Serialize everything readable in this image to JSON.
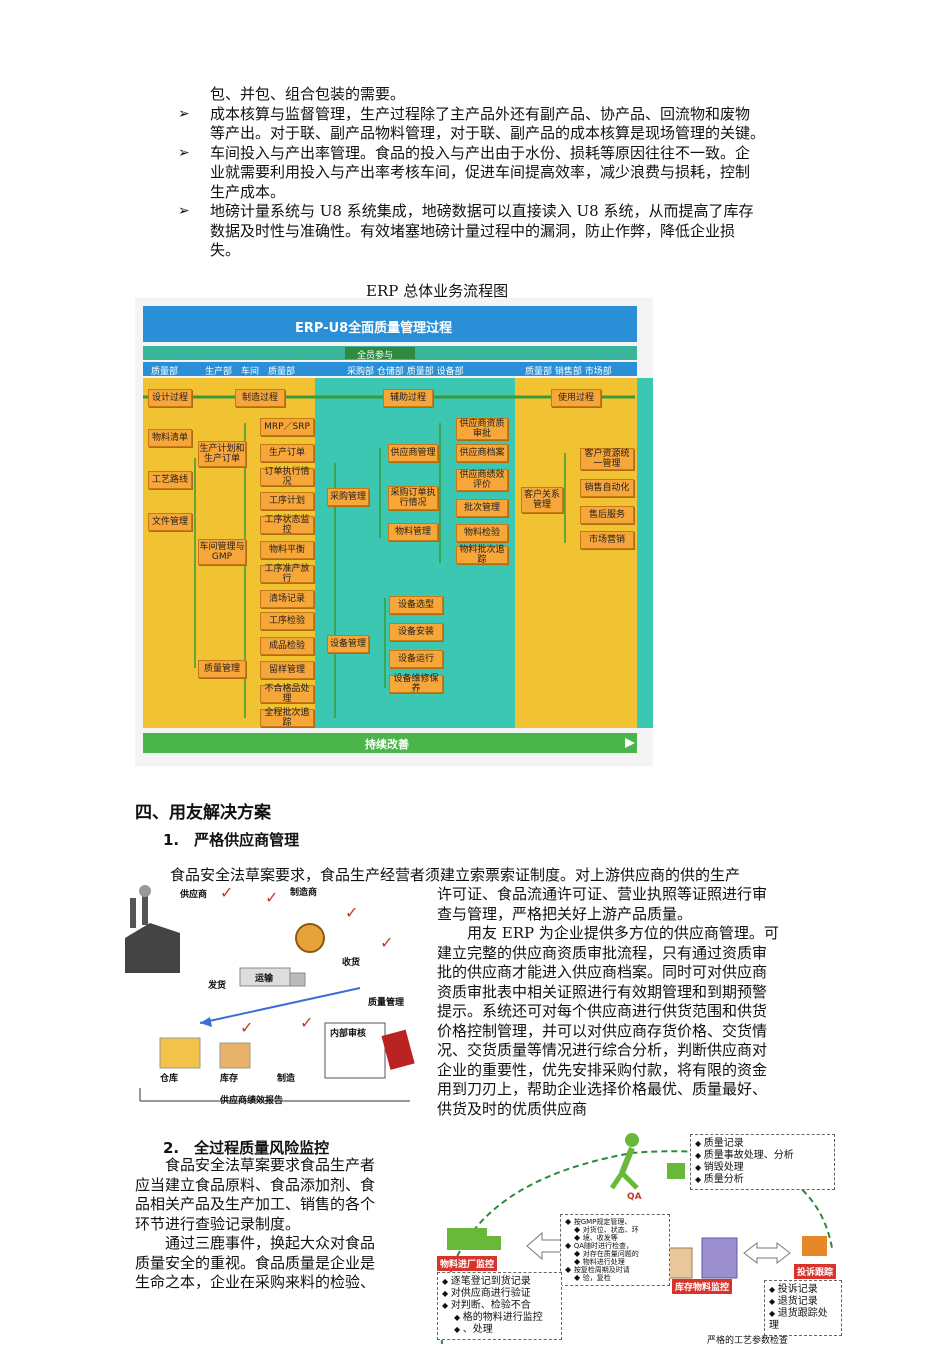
{
  "bullets": [
    {
      "lines": [
        "包、并包、组合包装的需要。"
      ],
      "has_marker": false
    },
    {
      "lines": [
        "成本核算与监督管理，生产过程除了主产品外还有副产品、协产品、回流物和废物",
        "等产出。对于联、副产品物料管理，对于联、副产品的成本核算是现场管理的关键。"
      ],
      "has_marker": true
    },
    {
      "lines": [
        "车间投入与产出率管理。食品的投入与产出由于水份、损耗等原因往往不一致。企",
        "业就需要利用投入与产出率考核车间，促进车间提高效率，减少浪费与损耗，控制",
        "生产成本。"
      ],
      "has_marker": true
    },
    {
      "lines": [
        "地磅计量系统与 U8 系统集成，地磅数据可以直接读入 U8 系统，从而提高了库存",
        "数据及时性与准确性。有效堵塞地磅计量过程中的漏洞，防止作弊，降低企业损",
        "失。"
      ],
      "has_marker": true
    }
  ],
  "bullet_marker": "➢",
  "figure_caption": "ERP 总体业务流程图",
  "erp": {
    "title": "ERP-U8全面质量管理过程",
    "all_staff": "全员参与",
    "depts": [
      "质量部",
      "生产部　车间　质量部",
      "采购部 仓储部 质量部 设备部",
      "质量部 销售部 市场部"
    ],
    "left_col": [
      "设计过程",
      "物料清单",
      "工艺路线",
      "文件管理"
    ],
    "stages": [
      "制造过程",
      "辅助过程",
      "使用过程"
    ],
    "mfg_groups": [
      "生产计划和生产订单",
      "车间管理与GMP",
      "质量管理"
    ],
    "mfg_items": [
      "MRP／SRP",
      "生产订单",
      "订单执行情况",
      "工序计划",
      "工序状态监控",
      "物料平衡",
      "工序准产放行",
      "清场记录",
      "工序检验",
      "成品检验",
      "留样管理",
      "不合格品处理",
      "全程批次追踪"
    ],
    "aux_groups": [
      "采购管理",
      "设备管理"
    ],
    "aux_mid": [
      "供应商管理",
      "采购订单执行情况",
      "物料管理"
    ],
    "aux_items": [
      "供应商资质审批",
      "供应商档案",
      "供应商绩效评价",
      "批次管理",
      "物料检验",
      "物料批次追踪"
    ],
    "equip_items": [
      "设备选型",
      "设备安装",
      "设备运行",
      "设备维修保养"
    ],
    "crm": "客户关系管理",
    "use_items": [
      "客户资源统一管理",
      "销售自动化",
      "售后服务",
      "市场营销"
    ],
    "bottom": "持续改善"
  },
  "section4": {
    "heading": "四、用友解决方案",
    "sub1": "1.　严格供应商管理",
    "para1_first": "食品安全法草案要求，食品生产经营者须建立索票索证制度。对上游供应商的供的生产",
    "para1_right": [
      "许可证、食品流通许可证、营业执照等证照进行审",
      "查与管理，严格把关好上游产品质量。",
      "　　用友 ERP 为企业提供多方位的供应商管理。可",
      "建立完整的供应商资质审批流程，只有通过资质审",
      "批的供应商才能进入供应商档案。同时可对供应商",
      "资质审批表中相关证照进行有效期管理和到期预警",
      "提示。系统还可对每个供应商进行供货范围和供货",
      "价格控制管理，并可以对供应商存货价格、交货情",
      "况、交货质量等情况进行综合分析，判断供应商对",
      "企业的重要性，优先安排采购付款，将有限的资金",
      "用到刀刃上，帮助企业选择价格最优、质量最好、",
      "供货及时的优质供应商"
    ],
    "supplier_fig": {
      "labels": [
        "供应商",
        "制造商",
        "收货",
        "发货",
        "运输",
        "质量管理",
        "仓库",
        "库存",
        "制造",
        "内部审核",
        "供应商绩效报告"
      ]
    },
    "sub2": "2.　全过程质量风险监控",
    "para2": [
      "　　食品安全法草案要求食品生产者",
      "应当建立食品原料、食品添加剂、食",
      "品相关产品及生产加工、销售的各个",
      "环节进行查验记录制度。",
      "　　通过三鹿事件，换起大众对食品",
      "质量安全的重视。食品质量是企业是",
      "生命之本，企业在采购来料的检验、"
    ],
    "qa_fig": {
      "qa_label": "QA",
      "qa_list": [
        "质量记录",
        "质量事故处理、分析",
        "销毁处理",
        "质量分析"
      ],
      "mid_box": [
        "按GMP规定管理、",
        "对货位、状态、环",
        "境、收发等",
        "QA随时进行检查，",
        "对存在质量问题的",
        "物料进行处理",
        "按复检周期及时请",
        "验，复检"
      ],
      "incoming_label": "物料进厂监控",
      "incoming_list": [
        "逐笔登记到货记录",
        "对供应商进行验证",
        "对判断、检验不合",
        "格的物料进行监控",
        "、处理"
      ],
      "stock_label": "库存物料监控",
      "complaint_label": "投诉跟踪",
      "complaint_list": [
        "投诉记录",
        "退货记录",
        "退货跟踪处理"
      ],
      "bottom_cut": "严格的工艺参数检查"
    }
  }
}
